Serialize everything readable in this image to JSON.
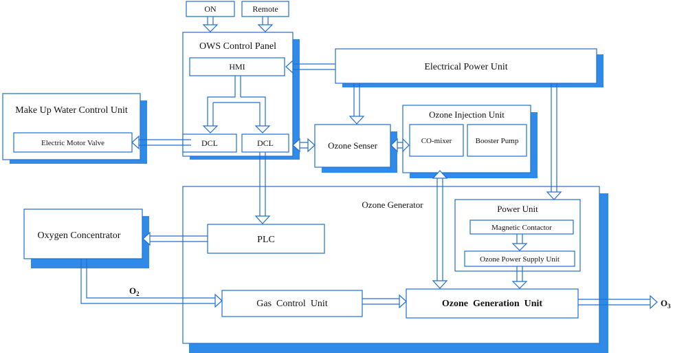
{
  "inputs": {
    "on": "ON",
    "remote": "Remote"
  },
  "ows_panel": {
    "title": "OWS Control Panel",
    "hmi": "HMI",
    "dcl_left": "DCL",
    "dcl_right": "DCL"
  },
  "electrical_power_unit": "Electrical Power Unit",
  "makeup_water": {
    "title": "Make Up Water Control Unit",
    "valve": "Electric Motor Valve"
  },
  "ozone_senser": "Ozone Senser",
  "ozone_injection": {
    "title": "Ozone Injection Unit",
    "mixer": "CO-mixer",
    "pump": "Booster Pump"
  },
  "ozone_generator": {
    "title": "Ozone Generator",
    "plc": "PLC",
    "gas_control": "Gas  Control  Unit",
    "generation_unit": "Ozone  Generation  Unit",
    "power_unit": {
      "title": "Power Unit",
      "contactor": "Magnetic Contactor",
      "supply": "Ozone Power Supply Unit"
    }
  },
  "oxygen_concentrator": "Oxygen Concentrator",
  "o2": {
    "main": "O",
    "sub": "2"
  },
  "o3": {
    "main": "O",
    "sub": "3"
  },
  "colors": {
    "outline": "#1f6fd1",
    "shadow": "#2f8ae8"
  }
}
